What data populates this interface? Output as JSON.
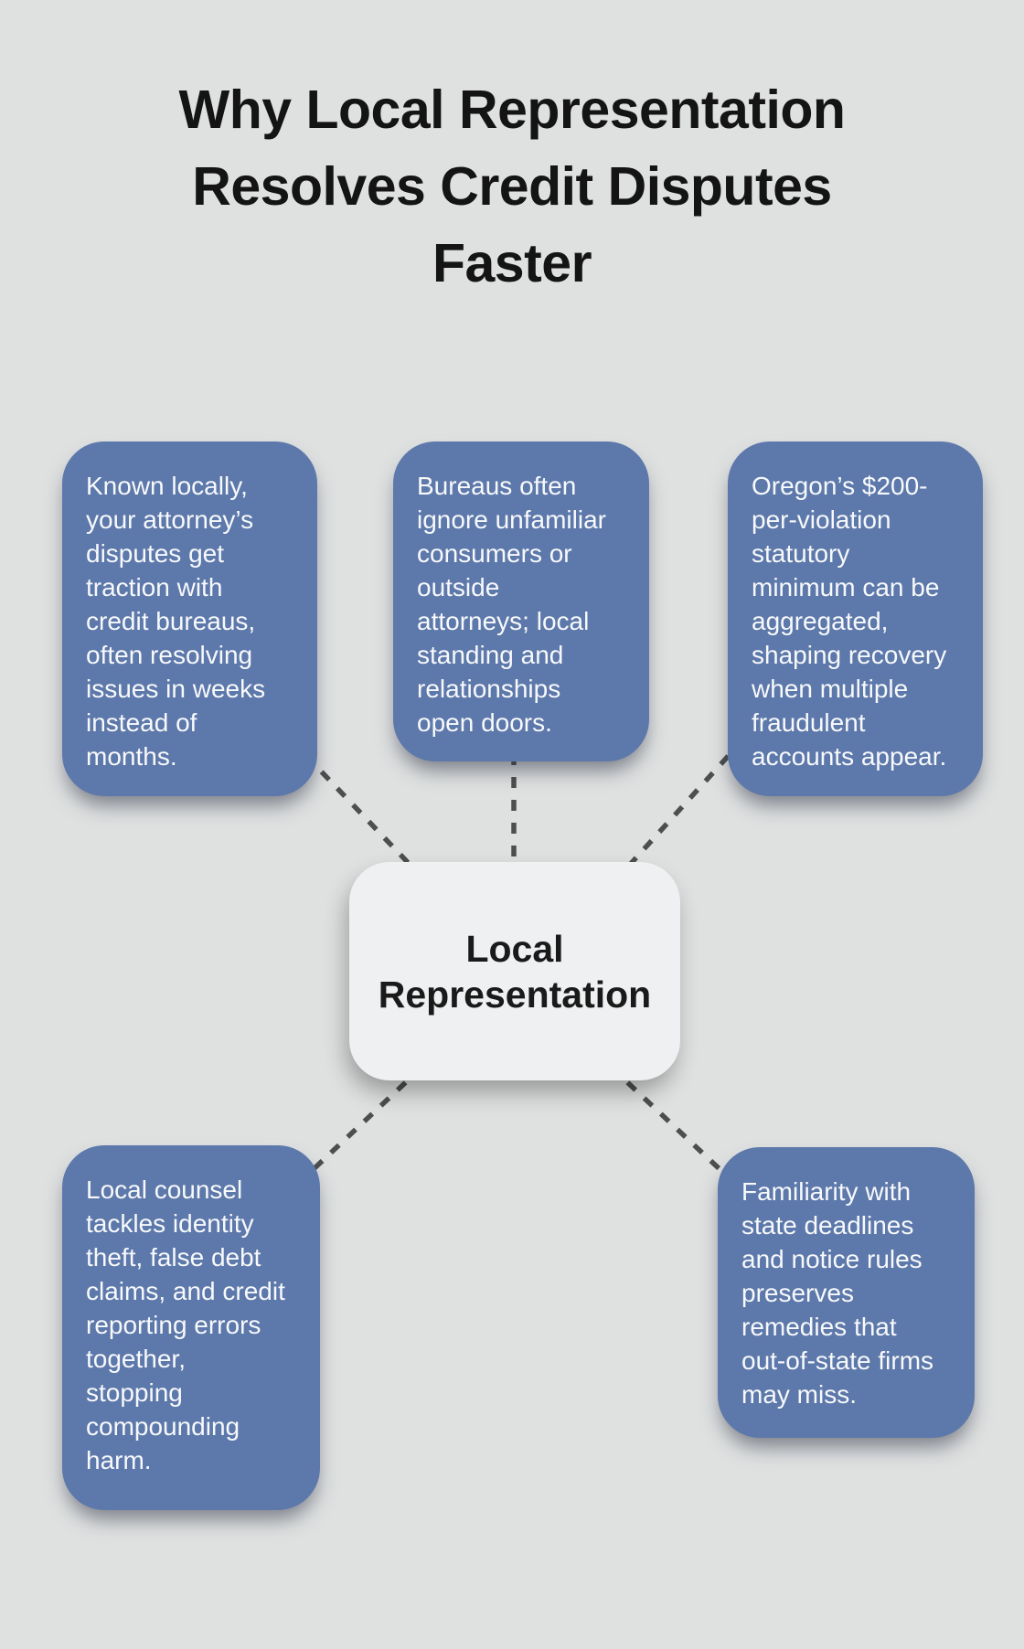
{
  "page": {
    "title": "Why Local Representation\nResolves Credit Disputes\nFaster"
  },
  "diagram": {
    "center": {
      "label": "Local\nRepresentation"
    },
    "nodes": [
      {
        "id": "top-left",
        "text": "Known locally,\nyour attorney’s\ndisputes get\ntraction with\ncredit bureaus,\noften resolving\nissues in weeks\ninstead of\nmonths."
      },
      {
        "id": "top-center",
        "text": "Bureaus often\nignore unfamiliar\nconsumers or\noutside\nattorneys; local\nstanding and\nrelationships\nopen doors."
      },
      {
        "id": "top-right",
        "text": "Oregon’s $200-\nper-violation\nstatutory\nminimum can be\naggregated,\nshaping recovery\nwhen multiple\nfraudulent\naccounts appear."
      },
      {
        "id": "bottom-left",
        "text": "Local counsel\ntackles identity\ntheft, false debt\nclaims, and credit\nreporting errors\ntogether,\nstopping\ncompounding\nharm."
      },
      {
        "id": "bottom-right",
        "text": "Familiarity with\nstate deadlines\nand notice rules\npreserves\nremedies that\nout-of-state firms\nmay miss."
      }
    ],
    "connector_count": "5"
  },
  "colors": {
    "background": "#dfe1e1",
    "card_fill": "#5d78aa",
    "card_text": "#f7f9fb",
    "center_fill": "#eef0f1",
    "center_text": "#1a1a1a",
    "title_text": "#141414",
    "connector": "#4e4e4e"
  }
}
